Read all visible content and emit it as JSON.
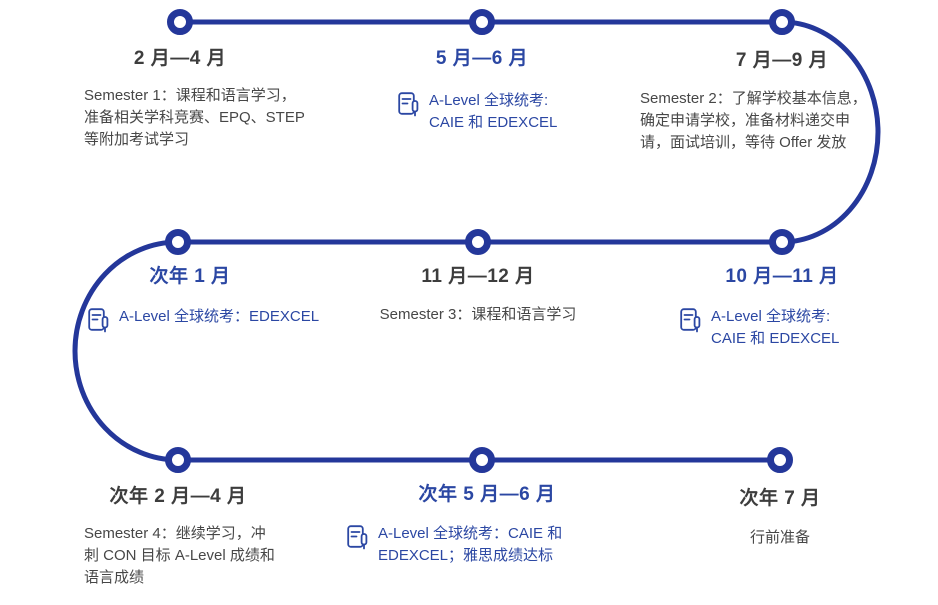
{
  "diagram": {
    "type": "s-curve-timeline",
    "rows": 3,
    "direction": "top row left-to-right, middle row right-to-left, bottom row left-to-right"
  },
  "colors": {
    "track_blue": "#24379a",
    "accent_blue_text": "#2b47a3",
    "title_dark": "#3d3d3d",
    "body_gray": "#474747",
    "node_fill": "#ffffff",
    "background": "#ffffff"
  },
  "icons": {
    "exam_icon_name": "document-with-pen-icon"
  },
  "items": [
    {
      "title": "2 月—4 月",
      "style": "dark",
      "has_icon": false,
      "description": "Semester 1：课程和语言学习，\n准备相关学科竞赛、EPQ、STEP\n等附加考试学习"
    },
    {
      "title": "5 月—6 月",
      "style": "blue",
      "has_icon": true,
      "description": "A-Level 全球统考:\nCAIE 和 EDEXCEL"
    },
    {
      "title": "7 月—9 月",
      "style": "dark",
      "has_icon": false,
      "description": "Semester 2：了解学校基本信息，\n确定申请学校，准备材料递交申\n请，面试培训，等待 Offer 发放"
    },
    {
      "title": "10 月—11 月",
      "style": "blue",
      "has_icon": true,
      "description": "A-Level 全球统考:\nCAIE 和 EDEXCEL"
    },
    {
      "title": "11 月—12 月",
      "style": "dark",
      "has_icon": false,
      "description": "Semester 3：课程和语言学习"
    },
    {
      "title": "次年 1 月",
      "style": "blue",
      "has_icon": true,
      "description": "A-Level 全球统考：EDEXCEL"
    },
    {
      "title": "次年 2 月—4 月",
      "style": "dark",
      "has_icon": false,
      "description": "Semester 4：继续学习，冲\n刺 CON 目标 A-Level 成绩和\n语言成绩"
    },
    {
      "title": "次年 5 月—6 月",
      "style": "blue",
      "has_icon": true,
      "description": "A-Level 全球统考：CAIE 和\nEDEXCEL；雅思成绩达标"
    },
    {
      "title": "次年 7 月",
      "style": "dark",
      "has_icon": false,
      "description": "行前准备"
    }
  ]
}
